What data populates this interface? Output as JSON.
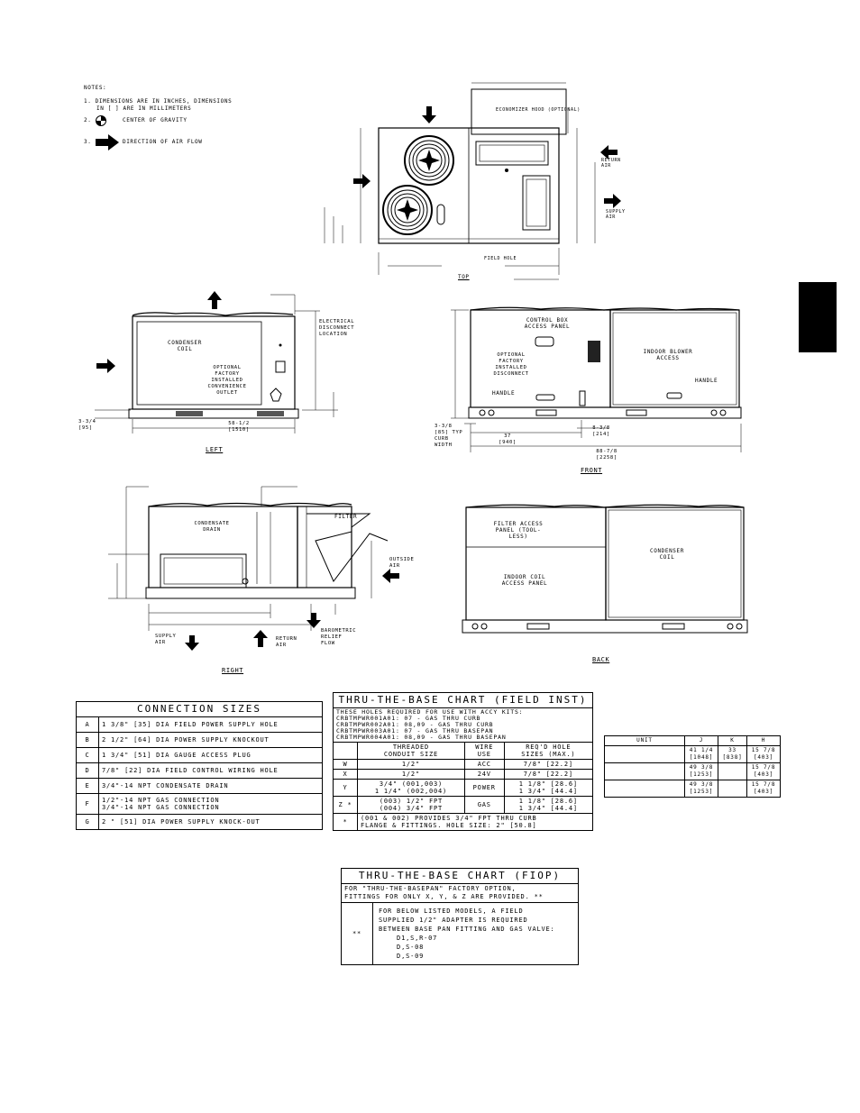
{
  "notes": {
    "heading": "NOTES:",
    "n1a": "1. DIMENSIONS ARE IN INCHES, DIMENSIONS",
    "n1b": "IN [ ] ARE IN MILLIMETERS",
    "n2": "CENTER OF GRAVITY",
    "n3": "DIRECTION OF AIR FLOW"
  },
  "top_view": {
    "econ": "ECONOMIZER HOOD (OPTIONAL)",
    "return_air": "RETURN AIR",
    "supply_air": "SUPPLY AIR",
    "top": "TOP",
    "field_holes": "FIELD HOLE"
  },
  "left_view": {
    "condenser_coil": "CONDENSER COIL",
    "electrical_disconnect": "ELECTRICAL DISCONNECT LOCATION",
    "optional_outlet": "OPTIONAL FACTORY INSTALLED CONVENIENCE OUTLET",
    "dim_bottom": "58-1/2 [1510]",
    "dim_left": "3-3/4 [95]",
    "label": "LEFT"
  },
  "front_view": {
    "control_box": "CONTROL BOX ACCESS PANEL",
    "optional_disconnect": "OPTIONAL FACTORY INSTALLED DISCONNECT",
    "indoor_blower": "INDOOR BLOWER ACCESS",
    "handle1": "HANDLE",
    "handle2": "HANDLE",
    "dim_curb": "3-3/8 [85] TYP CURB WIDTH",
    "dim_37": "37 [940]",
    "dim_total": "88-7/8 [2258]",
    "dim_8": "8-3/8 [214]",
    "label": "FRONT"
  },
  "right_view": {
    "filter": "FILTER",
    "condensate": "CONDENSATE DRAIN",
    "supply_air": "SUPPLY AIR",
    "return_air": "RETURN AIR",
    "outside_air": "OUTSIDE AIR",
    "barometric": "BAROMETRIC RELIEF FLOW",
    "label": "RIGHT"
  },
  "back_view": {
    "filter_panel": "FILTER ACCESS PANEL (TOOL-LESS)",
    "condenser_coil": "CONDENSER COIL",
    "indoor_coil": "INDOOR COIL ACCESS PANEL",
    "label": "BACK"
  },
  "connection_sizes": {
    "title": "CONNECTION SIZES",
    "rows": [
      {
        "k": "A",
        "v": "1 3/8\" [35] DIA FIELD POWER SUPPLY HOLE"
      },
      {
        "k": "B",
        "v": "2 1/2\" [64] DIA POWER SUPPLY KNOCKOUT"
      },
      {
        "k": "C",
        "v": "1 3/4\" [51] DIA GAUGE ACCESS PLUG"
      },
      {
        "k": "D",
        "v": "7/8\" [22] DIA FIELD CONTROL WIRING HOLE"
      },
      {
        "k": "E",
        "v": "3/4\"-14 NPT CONDENSATE DRAIN"
      },
      {
        "k": "F",
        "v": "1/2\"-14 NPT GAS CONNECTION\n3/4\"-14 NPT GAS CONNECTION"
      },
      {
        "k": "G",
        "v": "2 \" [51] DIA POWER SUPPLY KNOCK-OUT"
      }
    ]
  },
  "ttb_field": {
    "title": "THRU-THE-BASE CHART (FIELD INST)",
    "intro": "THESE HOLES REQUIRED FOR USE WITH ACCY KITS:\nCRBTMPWR001A01: 07 - GAS THRU CURB\nCRBTMPWR002A01: 08,09 - GAS THRU CURB\nCRBTMPWR003A01: 07 - GAS THRU BASEPAN\nCRBTMPWR004A01: 08,09 - GAS THRU BASEPAN",
    "headers": [
      "",
      "THREADED\nCONDUIT SIZE",
      "WIRE\nUSE",
      "REQ'D HOLE\nSIZES (MAX.)"
    ],
    "rows": [
      [
        "W",
        "1/2\"",
        "ACC",
        "7/8\" [22.2]"
      ],
      [
        "X",
        "1/2\"",
        "24V",
        "7/8\" [22.2]"
      ],
      [
        "Y",
        "3/4\" (001,003)\n1 1/4\" (002,004)",
        "POWER",
        "1 1/8\" [28.6]\n1 3/4\" [44.4]"
      ],
      [
        "Z *",
        "(003) 1/2\" FPT\n(004) 3/4\" FPT",
        "GAS",
        "1 1/8\" [28.6]\n1 3/4\" [44.4]"
      ]
    ],
    "foot_key": "*",
    "foot": "(001 & 002) PROVIDES 3/4\" FPT THRU CURB\nFLANGE & FITTINGS. HOLE SIZE: 2\" [50.8]"
  },
  "unit_table": {
    "headers": [
      "UNIT",
      "J",
      "K",
      "H"
    ],
    "rows": [
      [
        "",
        "41 1/4\n[1048]",
        "33\n[838]",
        "15 7/8\n[403]"
      ],
      [
        "",
        "49 3/8\n[1253]",
        "",
        "15 7/8\n[403]"
      ],
      [
        "",
        "49 3/8\n[1253]",
        "",
        "15 7/8\n[403]"
      ]
    ]
  },
  "ttb_fiop": {
    "title": "THRU-THE-BASE CHART (FIOP)",
    "intro": "FOR \"THRU-THE-BASEPAN\" FACTORY OPTION,\nFITTINGS FOR ONLY X, Y, & Z ARE PROVIDED. **",
    "key": "**",
    "body": "FOR BELOW LISTED MODELS, A FIELD\nSUPPLIED 1/2\" ADAPTER IS REQUIRED\nBETWEEN BASE PAN FITTING AND GAS VALVE:\n    D1,S,R-07\n    D,S-08\n    D,S-09"
  }
}
